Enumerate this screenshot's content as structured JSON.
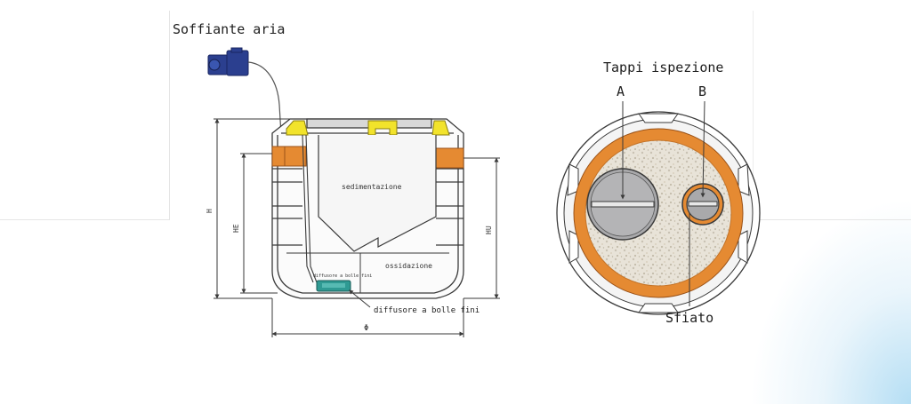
{
  "labels": {
    "soffiante": "Soffiante aria",
    "tappi": "Tappi ispezione",
    "tappo_a": "A",
    "tappo_b": "B",
    "sfiato": "Sfiato",
    "sedimentazione": "sedimentazione",
    "ossidazione": "ossidazione",
    "diffusore": "diffusore a bolle fini",
    "diffusore_small": "diffusore a bolle fini",
    "dim_h": "H",
    "dim_he": "HE",
    "dim_hu": "HU",
    "dim_diam": "Φ"
  },
  "colors": {
    "orange": "#e58a32",
    "yellow": "#f2e32b",
    "teal": "#2f9a93",
    "blower_blue": "#2b3f8f",
    "cap_grey": "#a9a9ab",
    "line": "#3a3a3a",
    "glow": "#9fd3ee"
  },
  "icons": {
    "blower": "air-blower-icon"
  }
}
